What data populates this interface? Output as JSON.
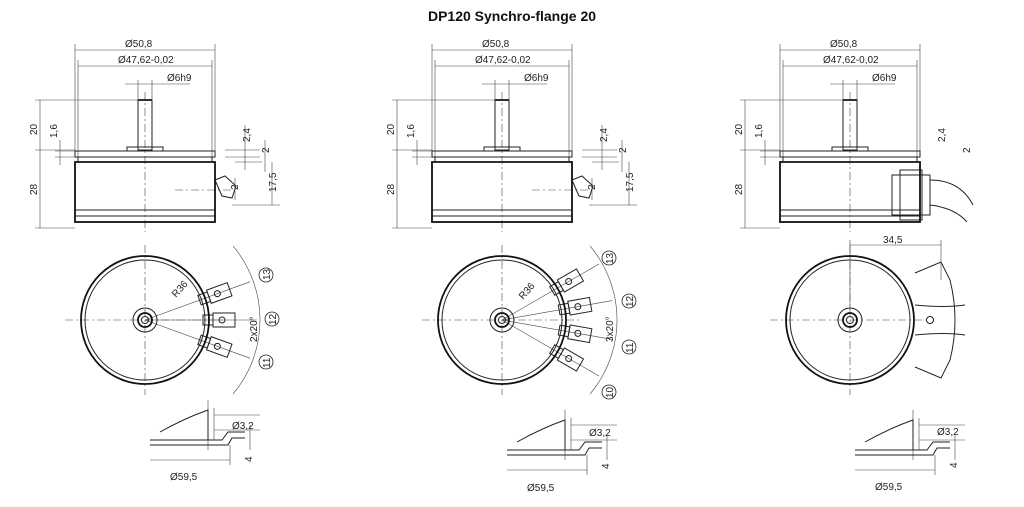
{
  "title": "DP120 Synchro-flange 20",
  "views": [
    {
      "name": "variant-solder-3",
      "d_outer": "Ø50,8",
      "d_flange": "Ø47,62-0,02",
      "d_shaft": "Ø6h9",
      "h_shaft": "20",
      "h_flange": "1,6",
      "h_body": "28",
      "r_2_4": "2,4",
      "r_2": "2",
      "r_2b": "2",
      "r_17_5": "17,5",
      "radius": "R36",
      "angle": "2x20°",
      "terminals": [
        "13",
        "12",
        "11"
      ],
      "d_hole": "Ø3,2",
      "h_4": "4",
      "d_59": "Ø59,5"
    },
    {
      "name": "variant-solder-4",
      "d_outer": "Ø50,8",
      "d_flange": "Ø47,62-0,02",
      "d_shaft": "Ø6h9",
      "h_shaft": "20",
      "h_flange": "1,6",
      "h_body": "28",
      "r_2_4": "2,4",
      "r_2": "2",
      "r_2b": "2",
      "r_17_5": "17,5",
      "radius": "R36",
      "angle": "3x20°",
      "terminals": [
        "13",
        "12",
        "11",
        "10"
      ],
      "d_hole": "Ø3,2",
      "h_4": "4",
      "d_59": "Ø59,5"
    },
    {
      "name": "variant-cable",
      "d_outer": "Ø50,8",
      "d_flange": "Ø47,62-0,02",
      "d_shaft": "Ø6h9",
      "h_shaft": "20",
      "h_flange": "1,6",
      "h_body": "28",
      "r_2_4": "2,4",
      "r_2": "2",
      "offset": "34,5",
      "d_hole": "Ø3,2",
      "h_4": "4",
      "d_59": "Ø59,5"
    }
  ]
}
